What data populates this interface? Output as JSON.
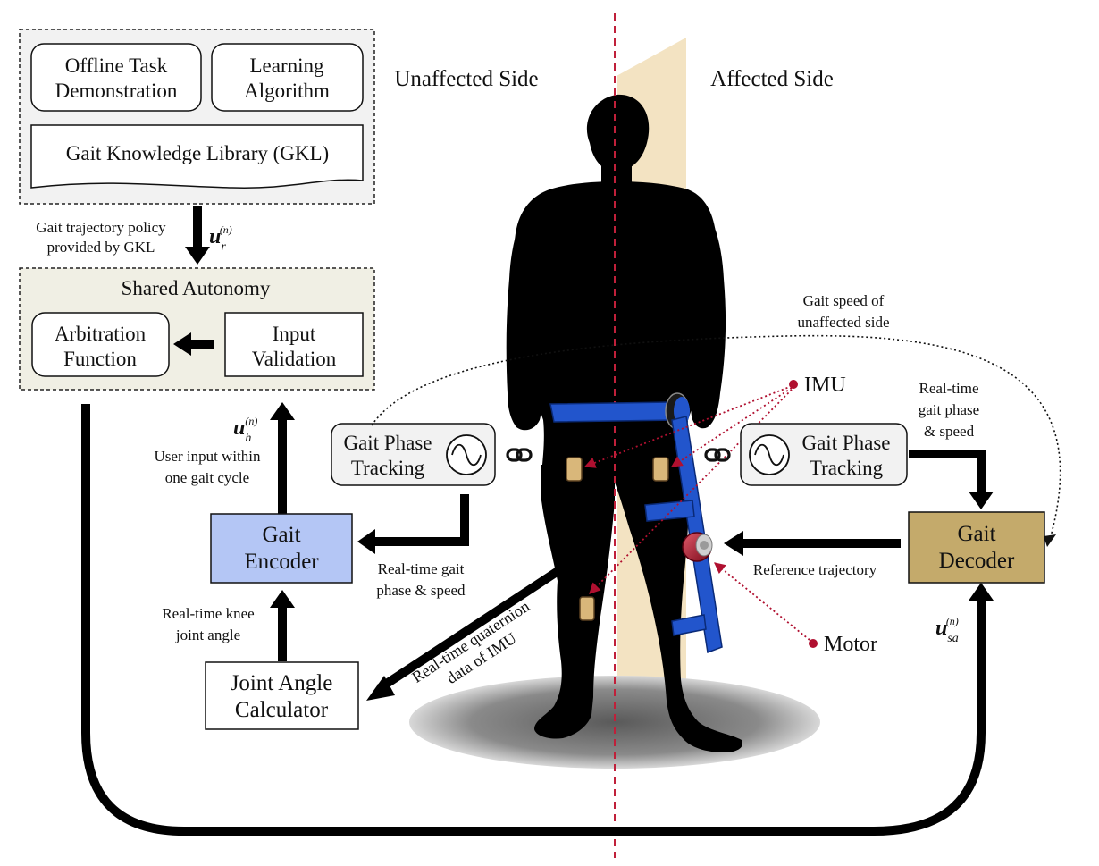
{
  "sides": {
    "unaffected": "Unaffected Side",
    "affected": "Affected Side"
  },
  "gkl_panel": {
    "offline_line1": "Offline Task",
    "offline_line2": "Demonstration",
    "learning_line1": "Learning",
    "learning_line2": "Algorithm",
    "library": "Gait Knowledge Library (GKL)"
  },
  "policy_label": {
    "line1": "Gait trajectory policy",
    "line2": "provided by GKL",
    "symbol_main": "u",
    "symbol_sub": "r",
    "symbol_sup": "(n)"
  },
  "shared_autonomy": {
    "title": "Shared Autonomy",
    "arbitration_line1": "Arbitration",
    "arbitration_line2": "Function",
    "input_line1": "Input",
    "input_line2": "Validation"
  },
  "user_input": {
    "symbol_main": "u",
    "symbol_sub": "h",
    "symbol_sup": "(n)",
    "line1": "User input within",
    "line2": "one gait cycle"
  },
  "gait_encoder": {
    "line1": "Gait",
    "line2": "Encoder"
  },
  "knee_label": {
    "line1": "Real-time knee",
    "line2": "joint angle"
  },
  "joint_angle_calc": {
    "line1": "Joint Angle",
    "line2": "Calculator"
  },
  "left_tracker": {
    "line1": "Gait Phase",
    "line2": "Tracking"
  },
  "left_phase_label": {
    "line1": "Real-time gait",
    "line2": "phase & speed"
  },
  "quaternion_label": {
    "line1": "Real-time quaternion",
    "line2": "data of IMU"
  },
  "speed_unaffected": {
    "line1": "Gait speed of",
    "line2": "unaffected side"
  },
  "imu_label": "IMU",
  "motor_label": "Motor",
  "right_phase_label": {
    "line1": "Real-time",
    "line2": "gait phase",
    "line3": "& speed"
  },
  "right_tracker": {
    "line1": "Gait Phase",
    "line2": "Tracking"
  },
  "gait_decoder": {
    "line1": "Gait",
    "line2": "Decoder"
  },
  "reference_label": "Reference trajectory",
  "sa_symbol": {
    "symbol_main": "u",
    "symbol_sub": "sa",
    "symbol_sup": "(n)"
  },
  "colors": {
    "encoder_fill": "#b4c6f5",
    "decoder_fill": "#c4aa6b",
    "shared_autonomy_fill": "#f0efe4",
    "gkl_fill": "#f2f2f2",
    "brace_blue": "#2255cc",
    "sensor_red": "#b01030",
    "divider_red": "#c0203a",
    "affected_beam": "#f3e3c2"
  }
}
